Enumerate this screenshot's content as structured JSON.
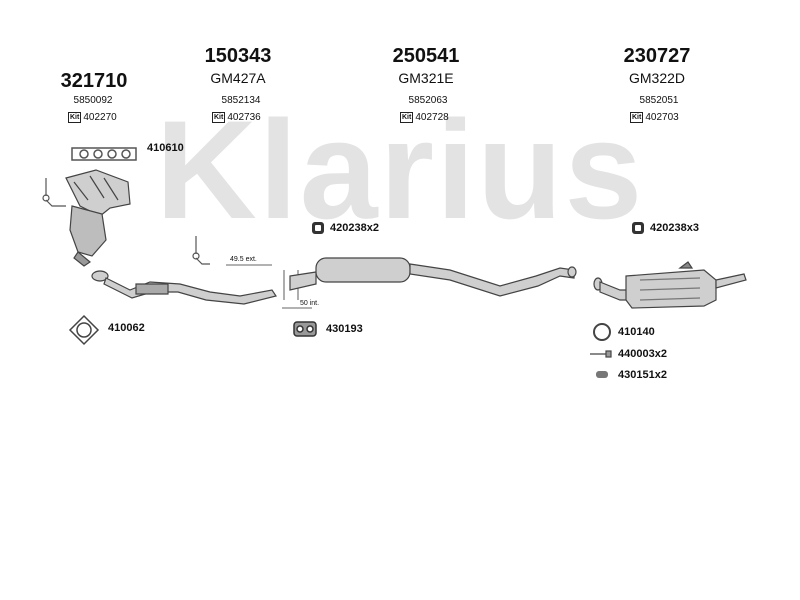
{
  "watermark": {
    "text": "Klarius",
    "color": "#e3e3e3"
  },
  "columns": [
    {
      "part": "321710",
      "model": "",
      "ref": "5850092",
      "kit": "402270",
      "kit_label": "Kit"
    },
    {
      "part": "150343",
      "model": "GM427A",
      "ref": "5852134",
      "kit": "402736",
      "kit_label": "Kit"
    },
    {
      "part": "250541",
      "model": "GM321E",
      "ref": "5852063",
      "kit": "402728",
      "kit_label": "Kit"
    },
    {
      "part": "230727",
      "model": "GM322D",
      "ref": "5852051",
      "kit": "402703",
      "kit_label": "Kit"
    }
  ],
  "accessories": {
    "gasket_manifold": "410610",
    "clamp_mid": "420238x2",
    "clamp_rear": "420238x3",
    "gasket_front": "410062",
    "hanger_mid": "430193",
    "ring_rear": "410140",
    "bolt_rear": "440003x2",
    "rubber_rear": "430151x2"
  },
  "dimensions": {
    "ext": "49.5 ext.",
    "int": "50 int."
  }
}
